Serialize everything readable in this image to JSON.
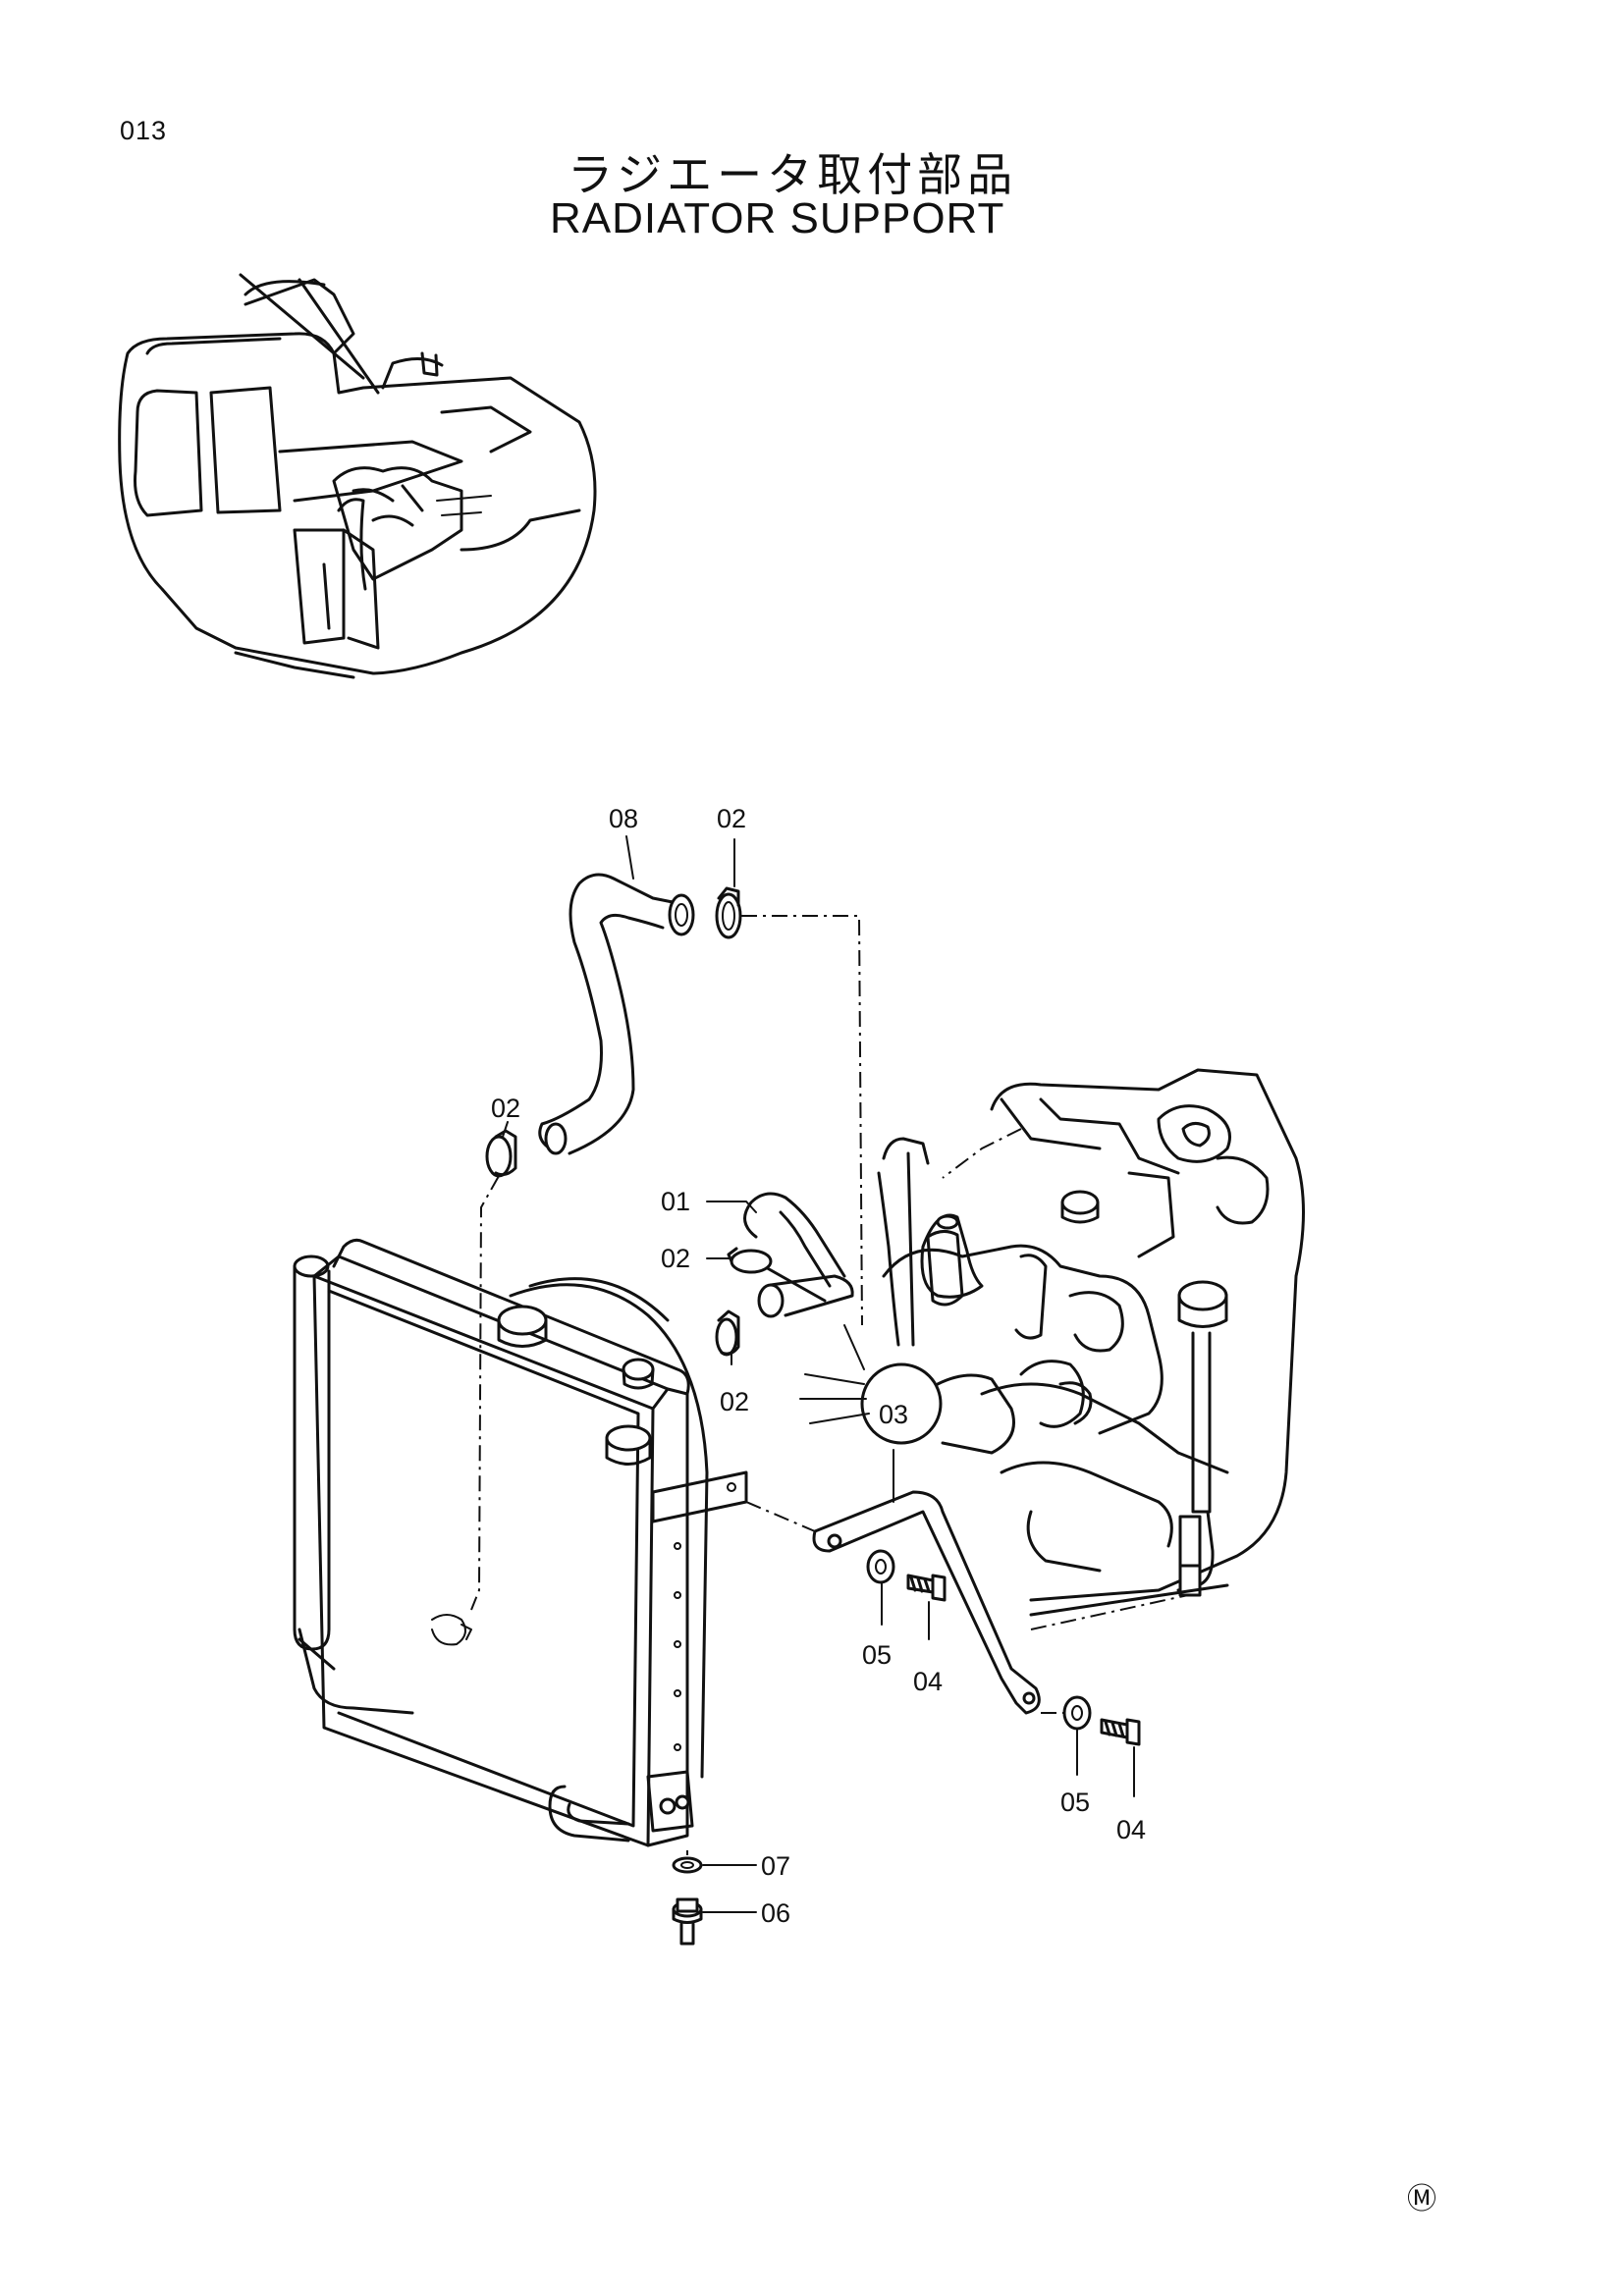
{
  "page_number": "013",
  "title_jp": "ラジエータ取付部品",
  "title_en": "RADIATOR SUPPORT",
  "mark": "Ⓜ",
  "callouts": {
    "c08": "08",
    "c02_top": "02",
    "c02_left": "02",
    "c01": "01",
    "c02_mid": "02",
    "c02_low": "02",
    "c03": "03",
    "c05_a": "05",
    "c04_a": "04",
    "c05_b": "05",
    "c04_b": "04",
    "c07": "07",
    "c06": "06"
  }
}
